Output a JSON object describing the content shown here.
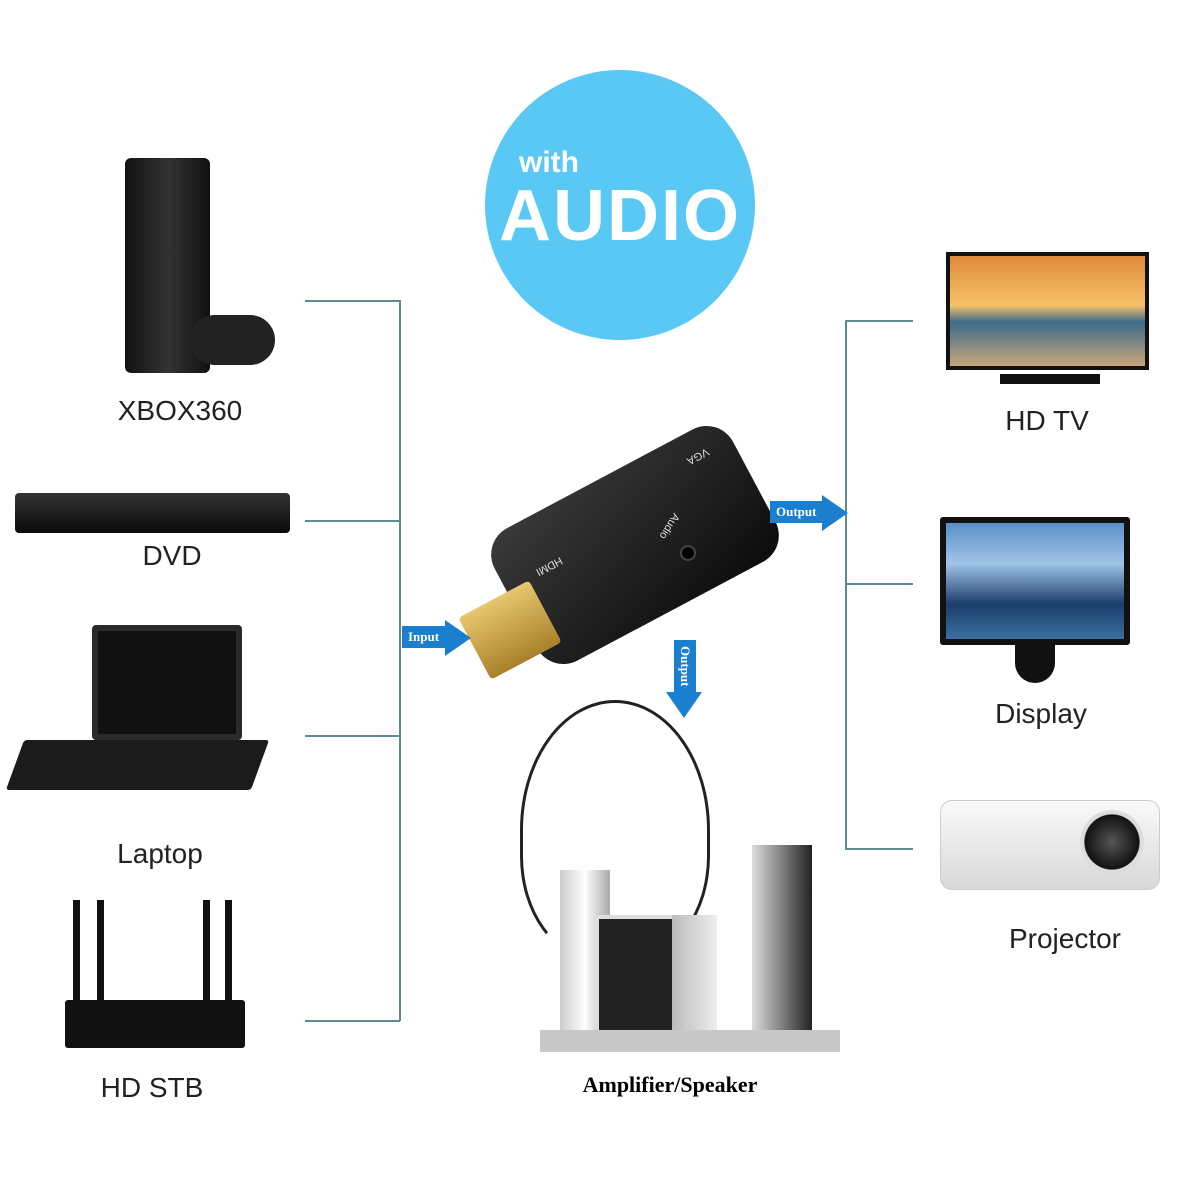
{
  "badge": {
    "small": "with",
    "big": "AUDIO"
  },
  "sources": [
    {
      "label": "XBOX360"
    },
    {
      "label": "DVD"
    },
    {
      "label": "Laptop"
    },
    {
      "label": "HD STB"
    }
  ],
  "outputs": [
    {
      "label": "HD TV"
    },
    {
      "label": "Display"
    },
    {
      "label": "Projector"
    }
  ],
  "audio_output": {
    "label": "Amplifier/Speaker"
  },
  "adapter": {
    "hdmi": "HDMI",
    "vga": "VGA",
    "audio": "Audio"
  },
  "arrows": {
    "input": "Input",
    "output_right": "Output",
    "output_down": "Output"
  },
  "colors": {
    "badge": "#5ac8f4",
    "arrow": "#1a7fce",
    "line": "#5f8a8f"
  }
}
